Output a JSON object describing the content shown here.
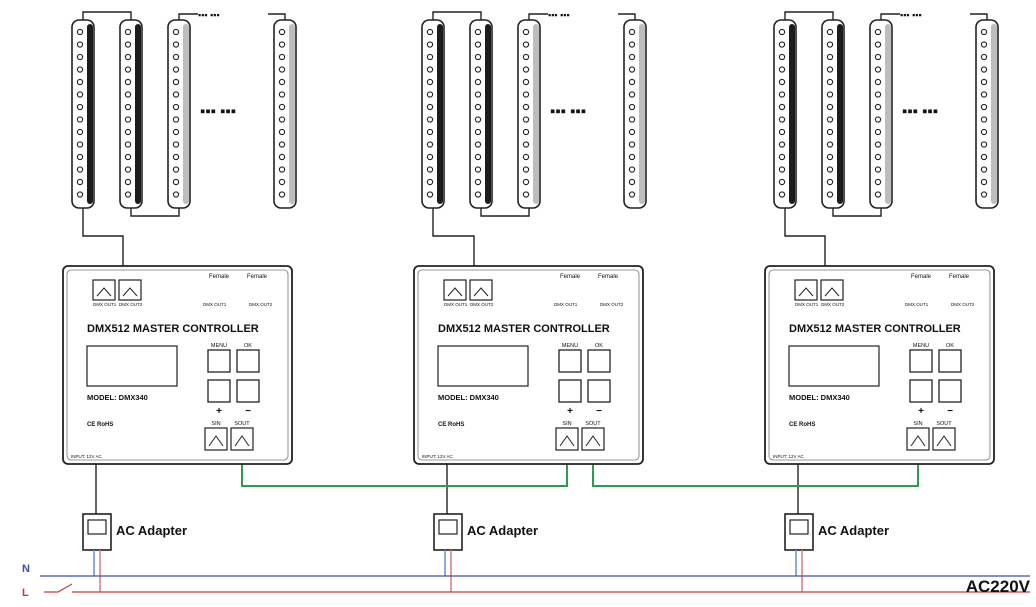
{
  "controllers": [
    {
      "title": "DMX512 MASTER CONTROLLER",
      "model": "MODEL: DMX340",
      "menu_label": "MENU",
      "ok_label": "OK",
      "plus_label": "+",
      "minus_label": "−",
      "female_left": "Female",
      "female_right": "Female",
      "dmx_out1": "DMX OUT1",
      "dmx_out2": "DMX OUT2",
      "sin_label": "SIN",
      "sout_label": "SOUT",
      "input_label": "INPUT: 12V AC",
      "ce_mark": "CE RoHS"
    },
    {
      "title": "DMX512 MASTER CONTROLLER",
      "model": "MODEL: DMX340",
      "menu_label": "MENU",
      "ok_label": "OK",
      "plus_label": "+",
      "minus_label": "−",
      "female_left": "Female",
      "female_right": "Female",
      "dmx_out1": "DMX OUT1",
      "dmx_out2": "DMX OUT2",
      "sin_label": "SIN",
      "sout_label": "SOUT",
      "input_label": "INPUT: 12V AC",
      "ce_mark": "CE RoHS"
    },
    {
      "title": "DMX512 MASTER CONTROLLER",
      "model": "MODEL: DMX340",
      "menu_label": "MENU",
      "ok_label": "OK",
      "plus_label": "+",
      "minus_label": "−",
      "female_left": "Female",
      "female_right": "Female",
      "dmx_out1": "DMX OUT1",
      "dmx_out2": "DMX OUT2",
      "sin_label": "SIN",
      "sout_label": "SOUT",
      "input_label": "INPUT: 12V AC",
      "ce_mark": "CE RoHS"
    }
  ],
  "adapters": [
    {
      "label": "AC Adapter"
    },
    {
      "label": "AC Adapter"
    },
    {
      "label": "AC Adapter"
    }
  ],
  "power": {
    "neutral_label": "N",
    "live_label": "L",
    "voltage_label": "AC220V"
  },
  "led_bar_icon": "led-bar-icon",
  "ellipsis_text": "▪▪▪  ▪▪▪",
  "colors": {
    "dmx_link": "#2e9c4e",
    "neutral_line": "#3a4fa8",
    "live_line": "#c43a3a",
    "adapter_wire_blue": "#6a8ad8",
    "adapter_wire_red": "#d87a7a",
    "outline": "#222222"
  }
}
